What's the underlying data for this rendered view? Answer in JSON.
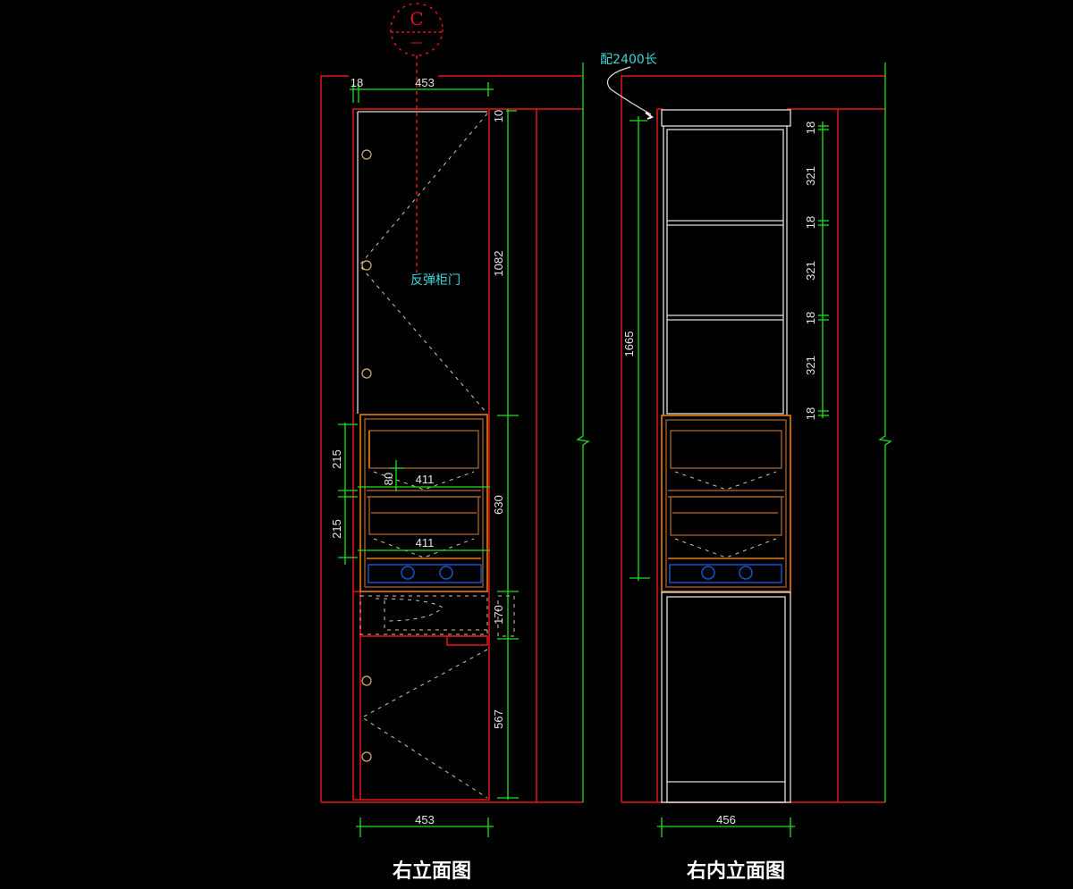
{
  "section_marker": {
    "letter": "C",
    "sub": "—"
  },
  "left_view": {
    "title": "右立面图",
    "door_note": "反弹柜门",
    "top_dims": [
      "18",
      "453"
    ],
    "right_dims": [
      "10",
      "1082",
      "630",
      "170",
      "567"
    ],
    "left_dims": [
      "215",
      "215"
    ],
    "inner_dims": [
      "80",
      "411",
      "411"
    ],
    "bottom_dim": "453"
  },
  "right_view": {
    "title": "右内立面图",
    "note": "配2400长",
    "height_dim": "1665",
    "right_dims": [
      "18",
      "321",
      "18",
      "321",
      "18",
      "321",
      "18"
    ],
    "bottom_dim": "456"
  },
  "colors": {
    "wall": "#e01818",
    "dimension": "#1ee01e",
    "note": "#3fd6d6",
    "drawer": "#e87a10",
    "appliance": "#1a50c8"
  }
}
